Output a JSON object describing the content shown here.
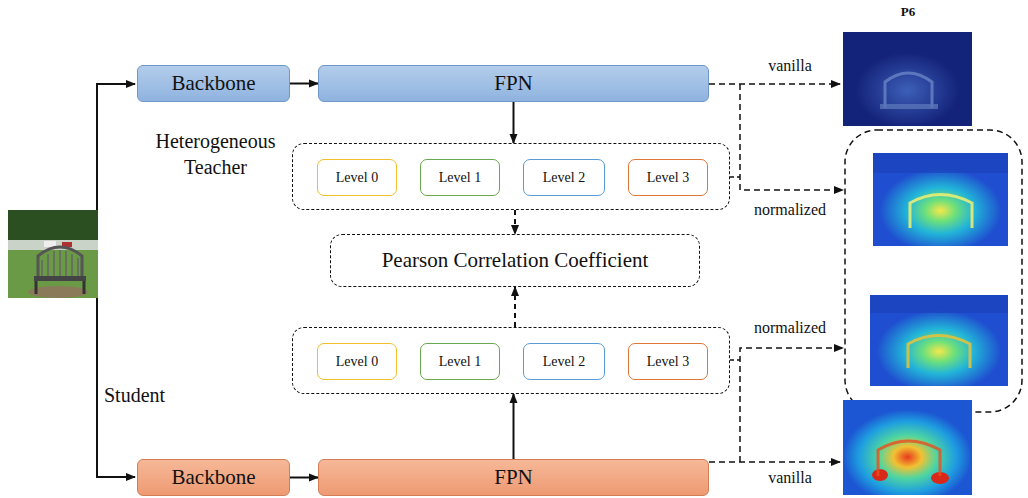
{
  "diagram": {
    "nodes": [
      {
        "text": [
          "Backbone"
        ]
      },
      {
        "text": [
          "FPN"
        ]
      },
      {
        "text": []
      },
      {
        "text": [
          "Level 0"
        ],
        "in": 2
      },
      {
        "text": [
          "Level 1"
        ],
        "in": 2
      },
      {
        "text": [
          "Level 2"
        ],
        "in": 2
      },
      {
        "text": [
          "Level 3"
        ],
        "in": 2
      },
      {
        "text": [
          "Pearson Correlation Coefficient"
        ]
      },
      {
        "text": []
      },
      {
        "text": [
          "Level 0"
        ],
        "in": 8
      },
      {
        "text": [
          "Level 1"
        ],
        "in": 8
      },
      {
        "text": [
          "Level 2"
        ],
        "in": 8
      },
      {
        "text": [
          "Level 3"
        ],
        "in": 8
      },
      {
        "text": [
          "Backbone"
        ]
      },
      {
        "text": [
          "FPN"
        ]
      }
    ],
    "edges": [
      {
        "from": 0,
        "to": 1,
        "arrow": "to"
      },
      {
        "from": 1,
        "to": 2,
        "arrow": "to"
      },
      {
        "from": 2,
        "to": 7,
        "arrow": "to"
      },
      {
        "from": 8,
        "to": 7,
        "arrow": "to"
      },
      {
        "from": 14,
        "to": 8,
        "arrow": "to"
      },
      {
        "from": 13,
        "to": 14,
        "arrow": "to"
      }
    ],
    "labels": [
      "P6",
      "vanilla",
      "Heterogeneous Teacher",
      "normalized",
      "normalized",
      "Student",
      "vanilla"
    ]
  }
}
